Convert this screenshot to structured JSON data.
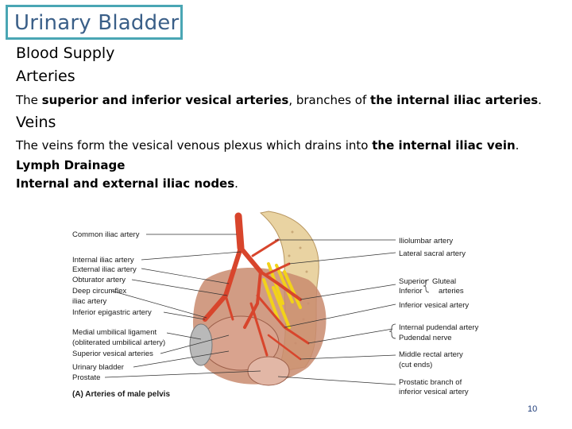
{
  "slide": {
    "title": "Urinary Bladder",
    "heading_blood_supply": "Blood Supply",
    "heading_arteries": "Arteries",
    "arteries_text": {
      "pre": "The ",
      "bold1": "superior and inferior vesical arteries",
      "mid": ", branches of ",
      "bold2": "the internal iliac arteries",
      "post": "."
    },
    "heading_veins": "Veins",
    "veins_text": {
      "pre": "The veins form the vesical venous plexus which drains into ",
      "bold": "the internal iliac vein",
      "post": "."
    },
    "lymph_heading": "Lymph Drainage",
    "lymph_text": {
      "bold": "Internal and external iliac nodes",
      "post": "."
    },
    "page_number": "10"
  },
  "figure": {
    "caption": "(A) Arteries of male pelvis",
    "left_labels": [
      "Common iliac artery",
      "Internal iliac artery",
      "External iliac artery",
      "Obturator artery",
      "Deep circumflex",
      "iliac artery",
      "Inferior epigastric artery",
      "Medial umbilical ligament",
      "(obliterated umbilical artery)",
      "Superior vesical arteries",
      "Urinary bladder",
      "Prostate"
    ],
    "right_labels": [
      "Iliolumbar artery",
      "Lateral sacral artery",
      "Superior",
      "Inferior",
      "Gluteal",
      "arteries",
      "Inferior vesical artery",
      "Internal pudendal artery",
      "Pudendal nerve",
      "Middle rectal artery",
      "(cut ends)",
      "Prostatic branch of",
      "inferior vesical artery"
    ],
    "colors": {
      "artery": "#d8452c",
      "nerve": "#f2d21a",
      "bone": "#e9d3a2",
      "muscle": "#c98b6e",
      "bladder": "#d9a38e",
      "title_border": "#4aa6b4",
      "title_text": "#3a5f88"
    }
  }
}
